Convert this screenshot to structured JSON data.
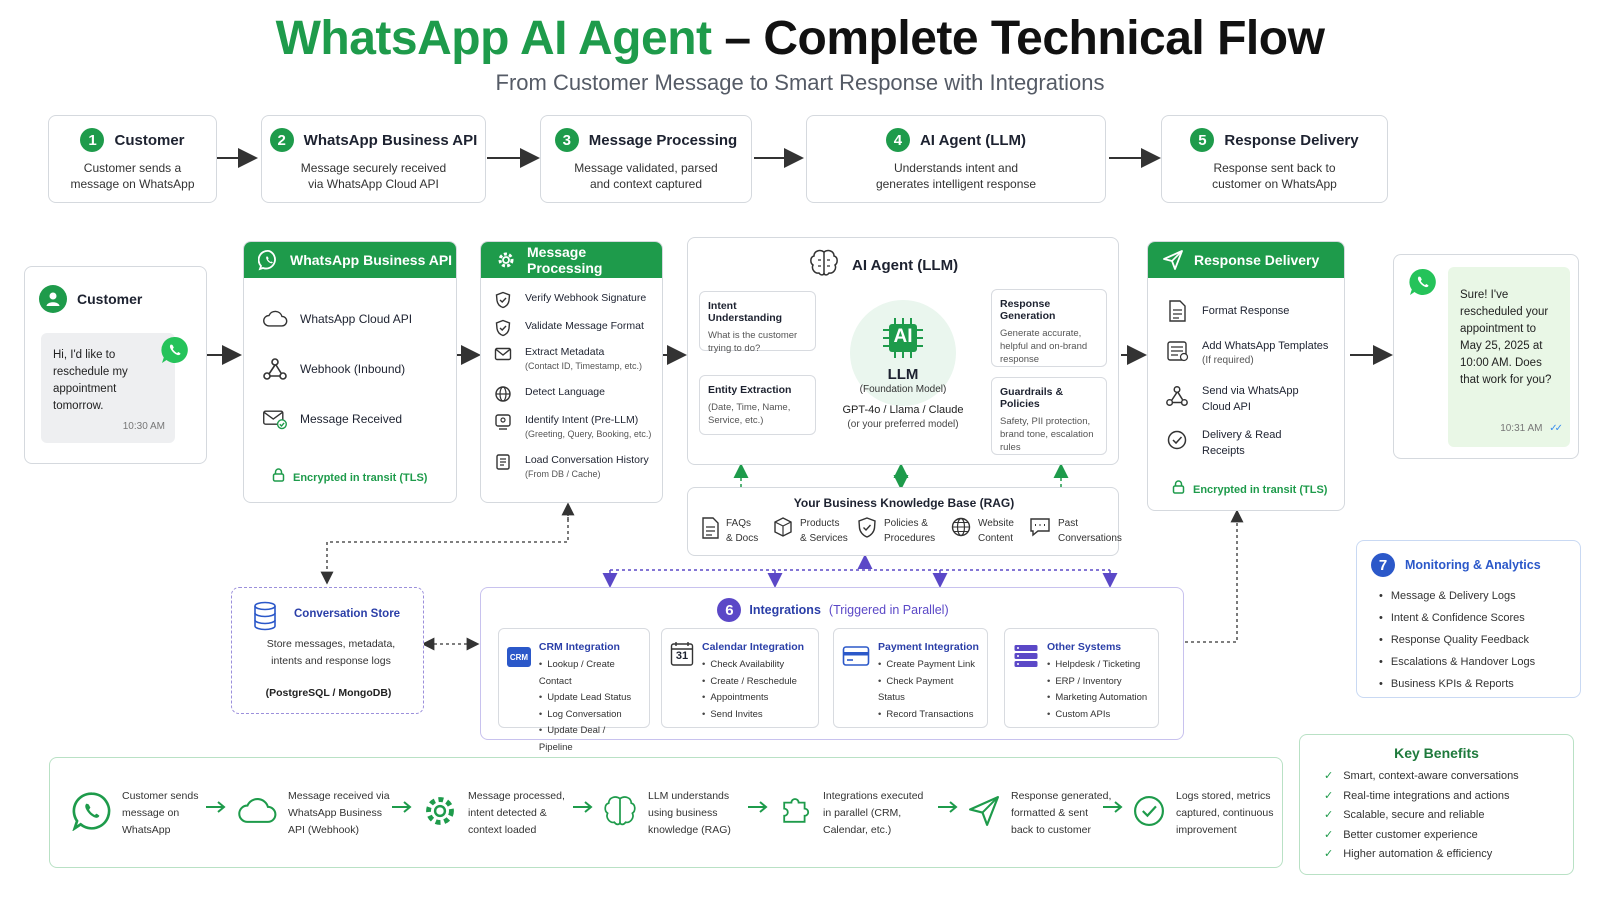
{
  "header": {
    "title_brand": "WhatsApp AI Agent",
    "title_rest": "– Complete Technical Flow",
    "subtitle": "From Customer Message to Smart Response with Integrations"
  },
  "steps": [
    {
      "n": "1",
      "title": "Customer",
      "desc": "Customer sends a message on WhatsApp"
    },
    {
      "n": "2",
      "title": "WhatsApp Business API",
      "desc": "Message securely received via WhatsApp Cloud API"
    },
    {
      "n": "3",
      "title": "Message Processing",
      "desc": "Message validated, parsed and context captured"
    },
    {
      "n": "4",
      "title": "AI Agent (LLM)",
      "desc": "Understands intent and generates intelligent response"
    },
    {
      "n": "5",
      "title": "Response Delivery",
      "desc": "Response sent back to customer on WhatsApp"
    }
  ],
  "customer": {
    "title": "Customer",
    "message": "Hi, I'd like to reschedule my appointment tomorrow.",
    "time": "10:30 AM"
  },
  "wa_api": {
    "title": "WhatsApp Business API",
    "items": [
      "WhatsApp Cloud API",
      "Webhook (Inbound)",
      "Message Received"
    ],
    "footer": "Encrypted in transit (TLS)"
  },
  "processing": {
    "title": "Message Processing",
    "items": [
      {
        "label": "Verify Webhook Signature",
        "sub": ""
      },
      {
        "label": "Validate Message Format",
        "sub": ""
      },
      {
        "label": "Extract Metadata",
        "sub": "(Contact ID, Timestamp, etc.)"
      },
      {
        "label": "Detect Language",
        "sub": ""
      },
      {
        "label": "Identify Intent (Pre-LLM)",
        "sub": "(Greeting, Query, Booking, etc.)"
      },
      {
        "label": "Load Conversation History",
        "sub": "(From DB / Cache)"
      }
    ]
  },
  "ai_agent": {
    "title": "AI Agent (LLM)",
    "intent": {
      "title": "Intent Understanding",
      "desc": "What is the customer trying to do?"
    },
    "entity": {
      "title": "Entity Extraction",
      "desc": "(Date, Time, Name, Service, etc.)"
    },
    "chip_label": "AI",
    "llm_title": "LLM",
    "llm_sub": "(Foundation Model)",
    "models": "GPT-4o / Llama / Claude",
    "models_sub": "(or your preferred model)",
    "response_gen": {
      "title": "Response Generation",
      "desc": "Generate accurate, helpful and on-brand response"
    },
    "guardrails": {
      "title": "Guardrails & Policies",
      "desc": "Safety, PII protection, brand tone, escalation rules"
    }
  },
  "knowledge": {
    "title": "Your Business Knowledge Base (RAG)",
    "items": [
      {
        "l1": "FAQs",
        "l2": "& Docs"
      },
      {
        "l1": "Products",
        "l2": "& Services"
      },
      {
        "l1": "Policies &",
        "l2": "Procedures"
      },
      {
        "l1": "Website",
        "l2": "Content"
      },
      {
        "l1": "Past",
        "l2": "Conversations"
      }
    ]
  },
  "delivery": {
    "title": "Response Delivery",
    "items": [
      {
        "label": "Format Response",
        "sub": ""
      },
      {
        "label": "Add WhatsApp Templates",
        "sub": "(If required)"
      },
      {
        "label": "Send via WhatsApp Cloud API",
        "sub": ""
      },
      {
        "label": "Delivery & Read Receipts",
        "sub": ""
      }
    ],
    "footer": "Encrypted in transit (TLS)"
  },
  "reply": {
    "message": "Sure! I've rescheduled your appointment to May 25, 2025 at 10:00 AM. Does that work for you?",
    "time": "10:31 AM",
    "ticks": "✓✓"
  },
  "store": {
    "title": "Conversation Store",
    "desc": "Store messages, metadata, intents and response logs",
    "db": "(PostgreSQL / MongoDB)"
  },
  "integrations": {
    "n": "6",
    "title": "Integrations",
    "title_sub": "(Triggered in Parallel)",
    "cards": [
      {
        "title": "CRM Integration",
        "badge": "CRM",
        "items": [
          "Lookup / Create Contact",
          "Update Lead Status",
          "Log Conversation",
          "Update Deal / Pipeline"
        ]
      },
      {
        "title": "Calendar Integration",
        "badge": "31",
        "items": [
          "Check Availability",
          "Create / Reschedule",
          "Appointments",
          "Send Invites"
        ]
      },
      {
        "title": "Payment Integration",
        "badge": "",
        "items": [
          "Create Payment Link",
          "Check Payment Status",
          "Record Transactions"
        ]
      },
      {
        "title": "Other Systems",
        "badge": "",
        "items": [
          "Helpdesk / Ticketing",
          "ERP / Inventory",
          "Marketing Automation",
          "Custom APIs"
        ]
      }
    ]
  },
  "monitoring": {
    "n": "7",
    "title": "Monitoring & Analytics",
    "items": [
      "Message & Delivery Logs",
      "Intent & Confidence Scores",
      "Response Quality Feedback",
      "Escalations & Handover Logs",
      "Business KPIs & Reports"
    ]
  },
  "benefits": {
    "title": "Key Benefits",
    "items": [
      "Smart, context-aware conversations",
      "Real-time integrations and actions",
      "Scalable, secure and reliable",
      "Better customer experience",
      "Higher automation & efficiency"
    ]
  },
  "bottom_flow": [
    {
      "l1": "Customer sends",
      "l2": "message on",
      "l3": "WhatsApp"
    },
    {
      "l1": "Message received via",
      "l2": "WhatsApp Business",
      "l3": "API (Webhook)"
    },
    {
      "l1": "Message processed,",
      "l2": "intent detected &",
      "l3": "context loaded"
    },
    {
      "l1": "LLM understands",
      "l2": "using business",
      "l3": "knowledge (RAG)"
    },
    {
      "l1": "Integrations executed",
      "l2": "in parallel (CRM,",
      "l3": "Calendar, etc.)"
    },
    {
      "l1": "Response generated,",
      "l2": "formatted & sent",
      "l3": "back to customer"
    },
    {
      "l1": "Logs stored, metrics",
      "l2": "captured, continuous",
      "l3": "improvement"
    }
  ],
  "colors": {
    "green": "#1e9b4b",
    "blue": "#2b58c9",
    "purple": "#5b48c7",
    "border": "#d5d9de"
  }
}
